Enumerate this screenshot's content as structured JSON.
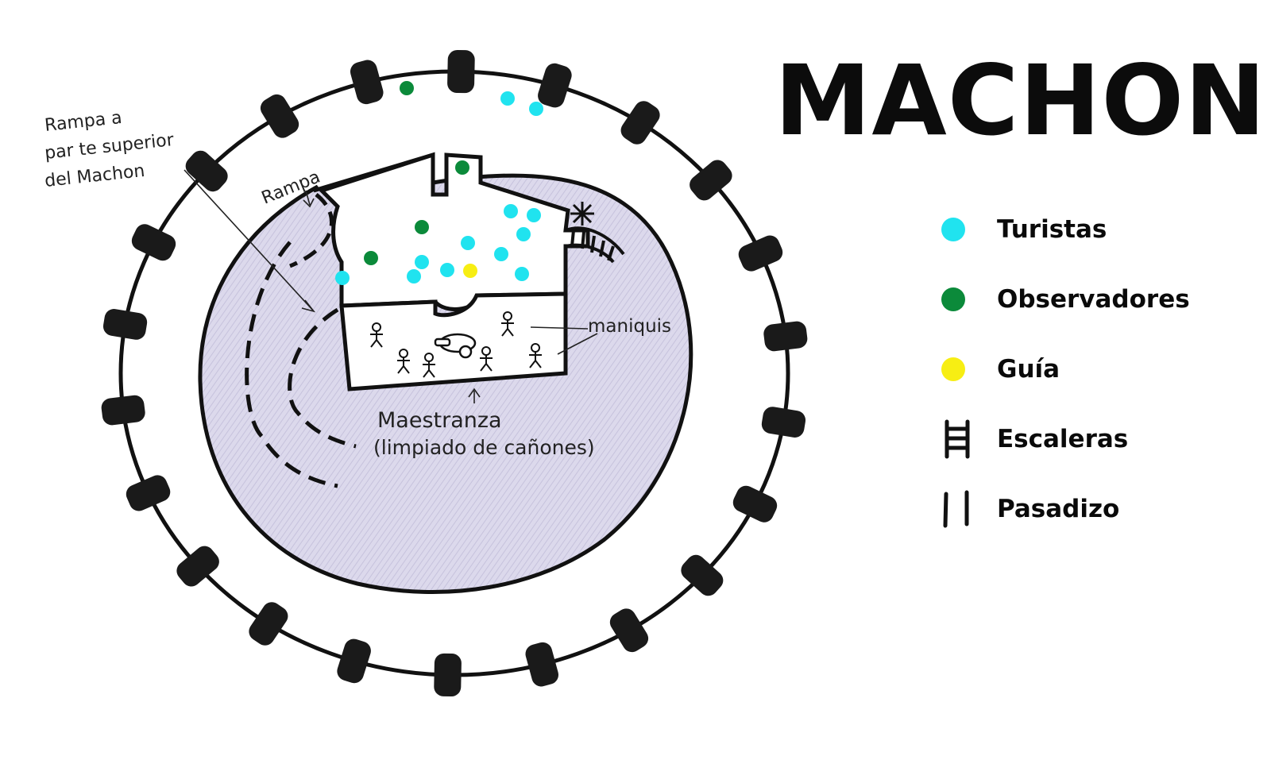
{
  "title": "MACHON",
  "colors": {
    "turistas": "#20e3ef",
    "observadores": "#0b8a3a",
    "guia": "#f7ee13",
    "floor": "#d9d6ea",
    "ink": "#111111"
  },
  "legend": [
    {
      "key": "turistas",
      "label": "Turistas",
      "symbol": "dot-cyan"
    },
    {
      "key": "observadores",
      "label": "Observadores",
      "symbol": "dot-green"
    },
    {
      "key": "guia",
      "label": "Guía",
      "symbol": "dot-yellow"
    },
    {
      "key": "escaleras",
      "label": "Escaleras",
      "symbol": "ladder-icon"
    },
    {
      "key": "pasadizo",
      "label": "Pasadizo",
      "symbol": "double-line-icon"
    }
  ],
  "annotations": {
    "ramp_upper_line1": "Rampa a",
    "ramp_upper_line2": "par te superior",
    "ramp_upper_line3": "del Machon",
    "ramp": "Rampa",
    "mannequins": "maniquis",
    "workshop_line1": "Maestranza",
    "workshop_line2": "(limpiado de cañones)"
  }
}
